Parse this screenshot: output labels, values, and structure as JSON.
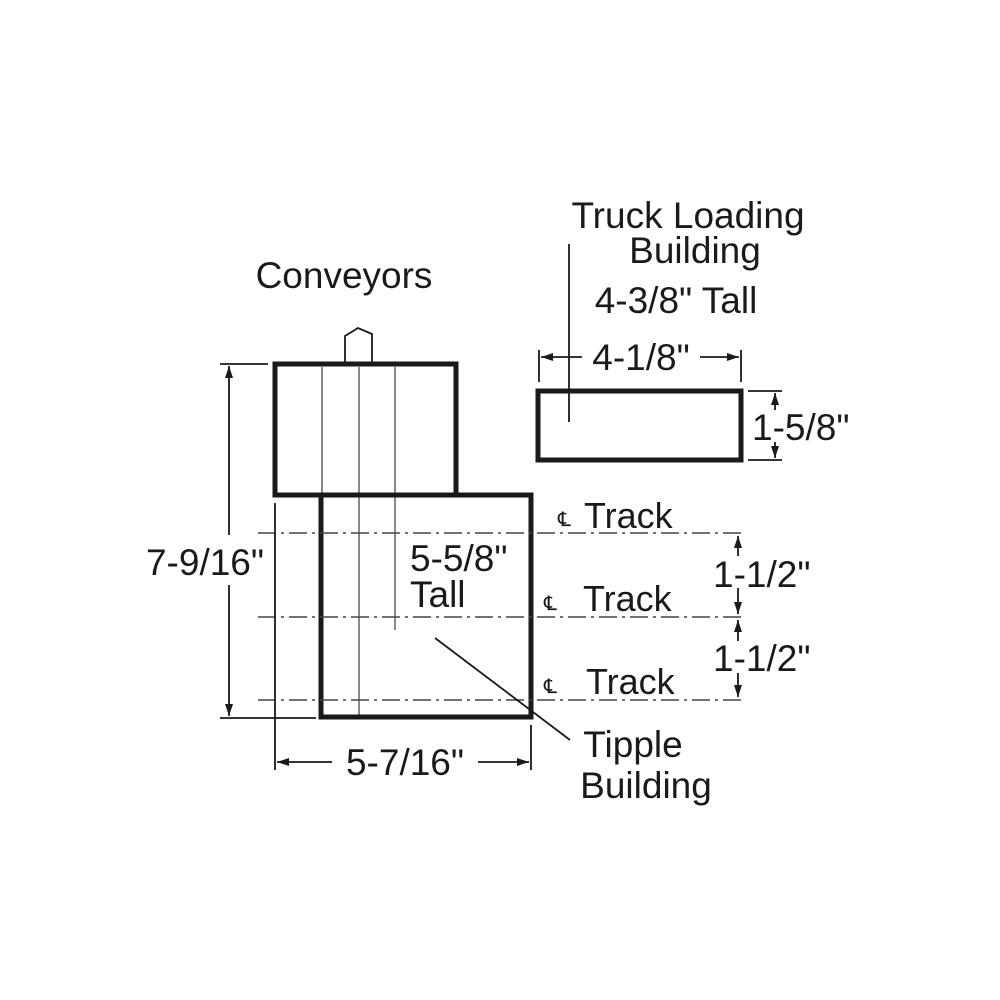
{
  "labels": {
    "truck_loading_line1": "Truck Loading",
    "truck_loading_line2": "Building",
    "truck_loading_height": "4-3/8\" Tall",
    "truck_loading_width": "4-1/8\"",
    "truck_loading_depth": "1-5/8\"",
    "conveyors": "Conveyors",
    "tipple_height_line1": "5-5/8\"",
    "tipple_height_line2": "Tall",
    "tipple_line1": "Tipple",
    "tipple_line2": "Building",
    "overall_depth": "7-9/16\"",
    "overall_width": "5-7/16\"",
    "track_spacing_1": "1-1/2\"",
    "track_spacing_2": "1-1/2\"",
    "track_1": "Track",
    "track_2": "Track",
    "track_3": "Track",
    "centerline_symbol": "℄"
  }
}
